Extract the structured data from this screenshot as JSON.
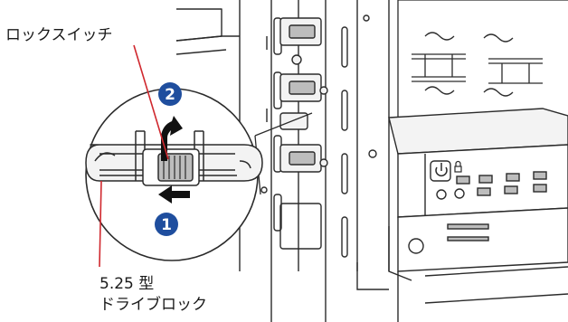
{
  "labels": {
    "lock_switch": "ロックスイッチ",
    "drive_lock_line1": "5.25 型",
    "drive_lock_line2": "ドライブロック"
  },
  "steps": [
    {
      "number": "1",
      "color": "#1f4e9e"
    },
    {
      "number": "2",
      "color": "#1f4e9e"
    }
  ],
  "colors": {
    "leader_line": "#d0282e",
    "outline": "#2b2b2b",
    "frame_fill": "#f3f3f3",
    "shade": "#bdbdbd",
    "step_badge": "#1f4e9e"
  },
  "icons": [
    "power-icon",
    "lock-icon",
    "arrow-left-icon",
    "arrow-up-icon"
  ]
}
